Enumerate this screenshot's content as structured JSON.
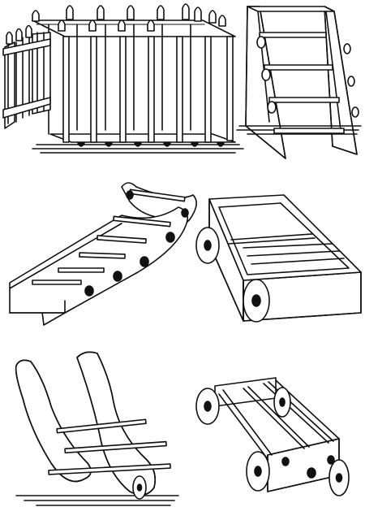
{
  "image": {
    "kind": "engraved illustration",
    "objects": [
      {
        "name": "peg-frame-with-side-panel"
      },
      {
        "name": "slanted-ladder-stand"
      },
      {
        "name": "curved-rocker-ladder"
      },
      {
        "name": "wheeled-box-cart"
      },
      {
        "name": "curved-wooden-rocker-sled"
      },
      {
        "name": "small-wheeled-cart-frame"
      }
    ]
  }
}
